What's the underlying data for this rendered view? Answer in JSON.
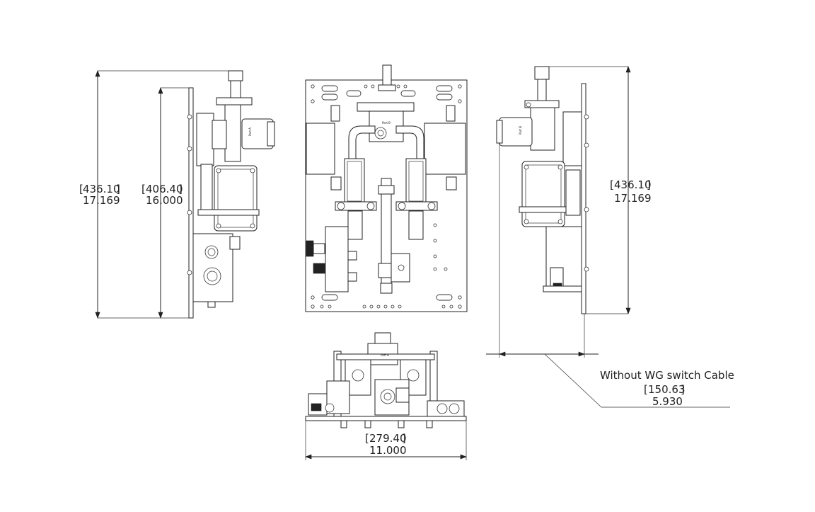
{
  "dimensions": {
    "left_view_overall": {
      "metric": "436.10",
      "imperial": "17.169"
    },
    "left_view_plate": {
      "metric": "406.40",
      "imperial": "16.000"
    },
    "right_view_overall": {
      "metric": "436.10",
      "imperial": "17.169"
    },
    "bottom_view_width": {
      "metric": "279.40",
      "imperial": "11.000"
    },
    "right_view_depth": {
      "note": "Without WG switch Cable",
      "metric": "150.63",
      "imperial": "5.930"
    }
  },
  "part_labels": {
    "left_view": "Part A",
    "front_view": "Part B",
    "right_view": "Part B",
    "bottom_view": "Part B"
  },
  "colors": {
    "line": "#222222",
    "background": "#ffffff"
  }
}
